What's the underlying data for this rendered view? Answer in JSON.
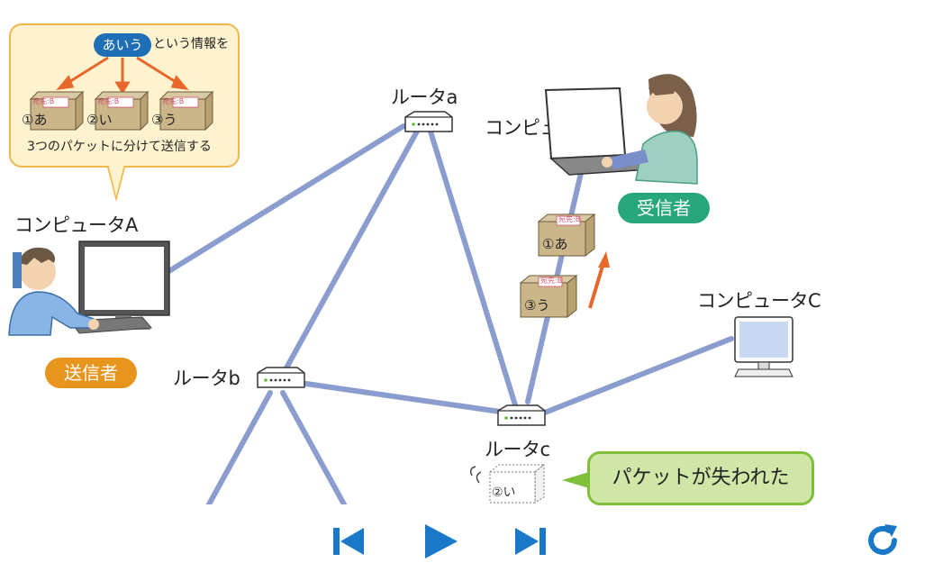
{
  "callout": {
    "pill": "あいう",
    "info": "という情報を",
    "split": "3つのパケットに分けて送信する",
    "box_label": "宛先:B",
    "packets": [
      "①あ",
      "②い",
      "③う"
    ]
  },
  "computers": {
    "a": "コンピュータA",
    "b": "コンピュータB",
    "c": "コンピュータC"
  },
  "routers": {
    "a": "ルータa",
    "b": "ルータb",
    "c": "ルータc"
  },
  "roles": {
    "sender": "送信者",
    "receiver": "受信者"
  },
  "moving_packets": {
    "upper": "①あ",
    "lower": "③う",
    "lost": "②い",
    "box_label": "宛先:B"
  },
  "lost_message": "パケットが失われた",
  "colors": {
    "line": "#8b9dcf",
    "sender": "#e8951e",
    "receiver": "#27a77b",
    "arrow": "#e8672a",
    "control": "#1a78c8"
  },
  "controls": {
    "prev": "skip-back-icon",
    "play": "play-icon",
    "next": "skip-forward-icon",
    "reload": "reload-icon"
  }
}
